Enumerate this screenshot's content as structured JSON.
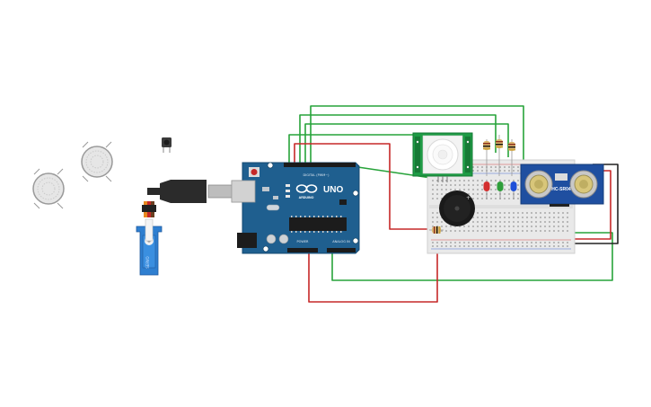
{
  "components": {
    "arduino": {
      "brand": "ARDUINO",
      "model": "UNO",
      "header_digital": "DIGITAL (PWM~)",
      "header_power": "POWER",
      "header_analog": "ANALOG IN"
    },
    "pir_sensor": {
      "name": "PIR motion sensor"
    },
    "ultrasonic_sensor": {
      "name": "HC-SR04"
    },
    "servo": {
      "name": "micro servo"
    },
    "buzzer": {
      "name": "piezo buzzer"
    },
    "gas_sensors": {
      "count": 2
    },
    "leds": [
      {
        "color": "#d32f2f"
      },
      {
        "color": "#2e9e3a"
      },
      {
        "color": "#1e4fd8"
      }
    ],
    "resistors": {
      "count": 4
    }
  },
  "colors": {
    "wire_green": "#27a33a",
    "wire_red": "#c62828",
    "wire_black": "#222222",
    "board_blue": "#1f5f8f",
    "breadboard": "#e9e9e9",
    "pir_green": "#1e9b45"
  }
}
